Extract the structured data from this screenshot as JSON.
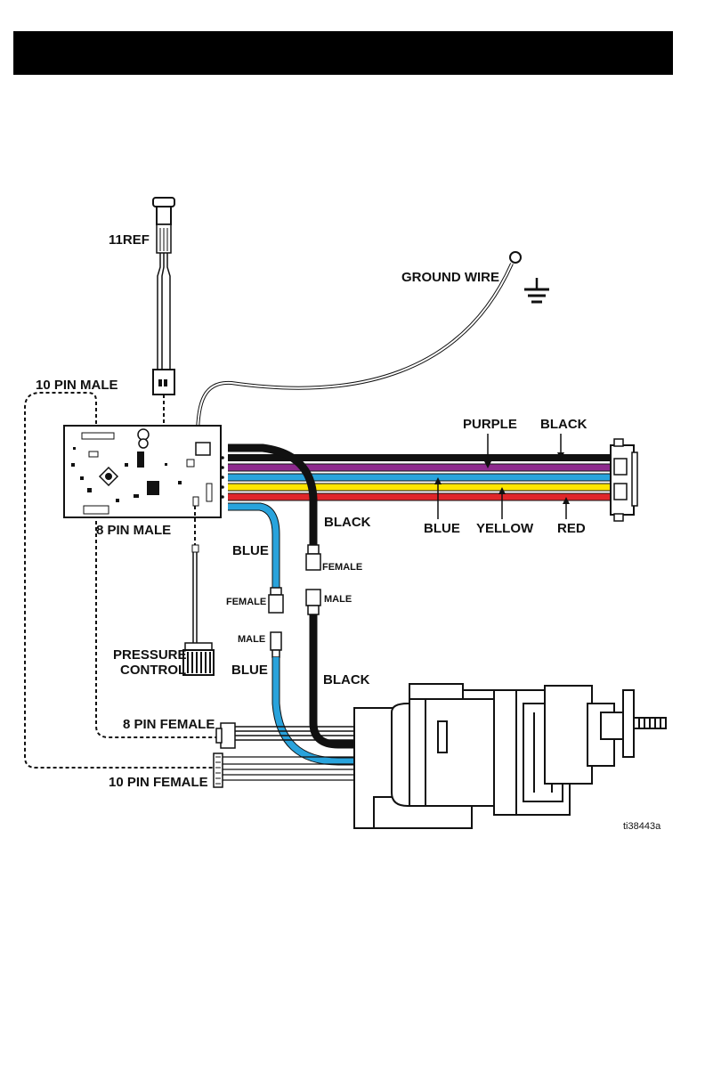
{
  "header": {
    "title": ""
  },
  "labels": {
    "ref_11": "11REF",
    "ground_wire": "GROUND WIRE",
    "ten_pin_male": "10 PIN MALE",
    "eight_pin_male": "8 PIN MALE",
    "purple": "PURPLE",
    "black_top": "BLACK",
    "black_mid": "BLACK",
    "blue_right": "BLUE",
    "yellow": "YELLOW",
    "red": "RED",
    "blue_left": "BLUE",
    "female_black": "FEMALE",
    "female_blue": "FEMALE",
    "male_black": "MALE",
    "male_blue": "MALE",
    "pressure_control_1": "PRESSURE",
    "pressure_control_2": "CONTROL",
    "blue_lower": "BLUE",
    "black_lower": "BLACK",
    "eight_pin_female": "8 PIN FEMALE",
    "ten_pin_female": "10 PIN FEMALE",
    "ref_code": "ti38443a"
  },
  "colors": {
    "purple": "#8e2a8e",
    "blue": "#29a3dc",
    "yellow": "#ffe600",
    "red": "#e0262a",
    "black": "#000000",
    "ground": "#000000"
  },
  "icons": {
    "ground": "ground-symbol-icon",
    "knob": "pressure-control-knob-icon"
  }
}
